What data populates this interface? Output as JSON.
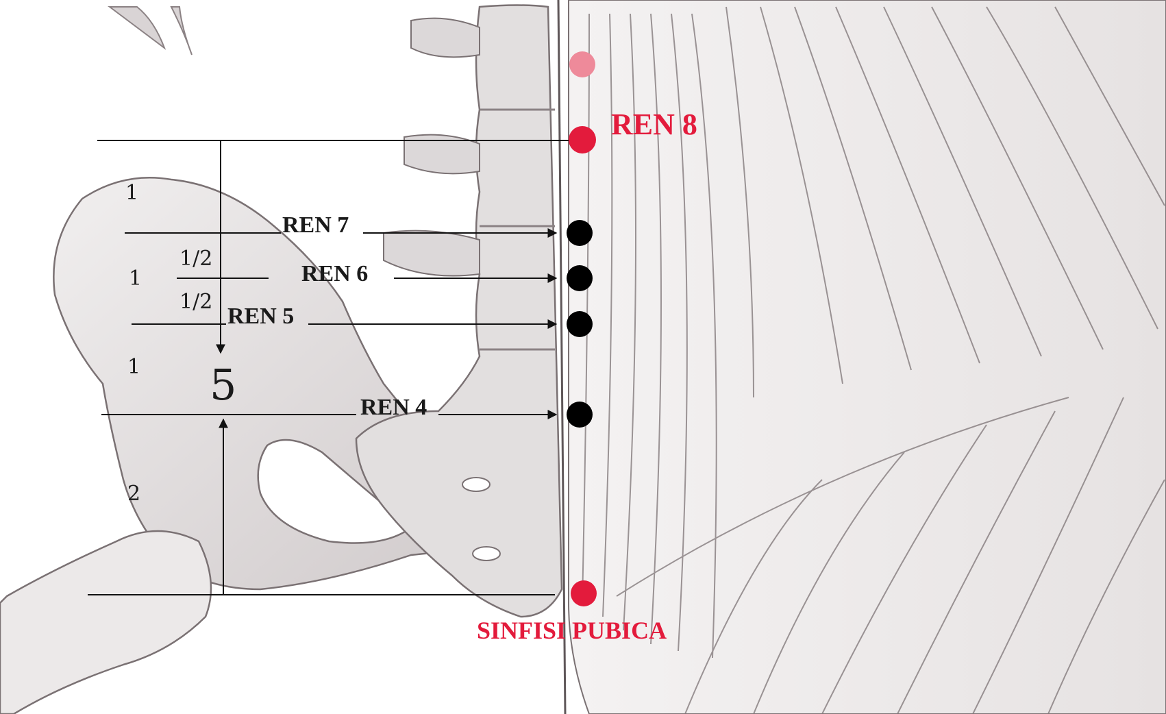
{
  "colors": {
    "background": "#ffffff",
    "bone_fill": "#e9e6e6",
    "bone_shade": "#bdb6b7",
    "muscle_line": "#6d6466",
    "guide_line": "#111111",
    "point_black": "#000000",
    "point_red": "#e31b3c",
    "point_pink": "#ee8a9a",
    "label_black": "#1a1a1a",
    "label_red": "#e31b3c"
  },
  "labels": {
    "ren8": "REN 8",
    "ren7": "REN 7",
    "ren6": "REN 6",
    "ren5": "REN 5",
    "ren4": "REN 4",
    "symphysis": "SINFISI PUBICA"
  },
  "measurements": {
    "seg_top": "1",
    "seg_mid": "1",
    "half_upper": "1/2",
    "half_lower": "1/2",
    "seg_third": "1",
    "total": "5",
    "seg_bottom": "2"
  },
  "points": [
    {
      "id": "above-ren8",
      "color": "pink"
    },
    {
      "id": "ren8",
      "color": "red"
    },
    {
      "id": "ren7",
      "color": "black"
    },
    {
      "id": "ren6",
      "color": "black"
    },
    {
      "id": "ren5",
      "color": "black"
    },
    {
      "id": "ren4",
      "color": "black"
    },
    {
      "id": "symphysis",
      "color": "red"
    }
  ]
}
